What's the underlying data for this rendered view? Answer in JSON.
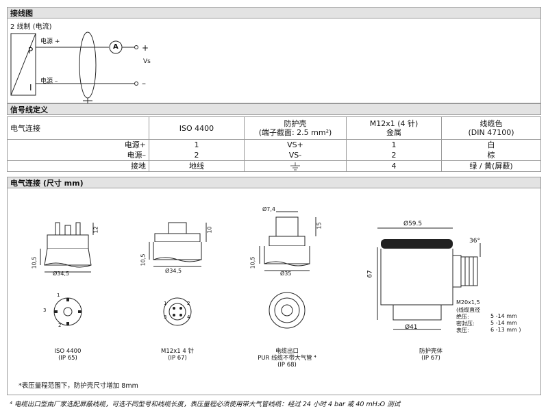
{
  "wiring": {
    "title": "接线图",
    "subtitle": "2 线制   (电流)",
    "supply_plus": "电源 +",
    "supply_minus": "电源 –",
    "box_top": "P",
    "box_bottom": "I",
    "ammeter": "A",
    "plus": "+",
    "minus": "–",
    "vs": "Vs"
  },
  "signal": {
    "title": "信号线定义",
    "headers": {
      "conn": "电气连接",
      "iso": "ISO 4400",
      "prot1": "防护壳",
      "prot2": "(端子截面: 2.5 mm²)",
      "m12_1": "M12x1 (4 针)",
      "m12_2": "金属",
      "color1": "线缆色",
      "color2": "(DIN 47100)"
    },
    "rows": [
      {
        "label": "电源+",
        "iso": "1",
        "prot": "VS+",
        "m12": "1",
        "color": "白"
      },
      {
        "label": "电源–",
        "iso": "2",
        "prot": "VS-",
        "m12": "2",
        "color": "棕"
      },
      {
        "label": "接地",
        "iso": "地线",
        "prot": "",
        "m12": "4",
        "color": "绿 / 黄(屏蔽)"
      }
    ]
  },
  "connections": {
    "title": "电气连接 (尺寸 mm)",
    "items": [
      {
        "name": "ISO 4400",
        "ip": "(IP 65)"
      },
      {
        "name": "M12x1 4 针",
        "ip": "(IP 67)"
      },
      {
        "name": "电缆出口",
        "sub": "PUR 线缆不带大气管 ⁴",
        "ip": "(IP 68)"
      },
      {
        "name": "防护壳体",
        "ip": "(IP 67)"
      }
    ],
    "dims": {
      "d345a": "Ø34,5",
      "d345b": "Ø34,5",
      "d35": "Ø35",
      "d74": "Ø7,4",
      "h105a": "10,5",
      "h105b": "10,5",
      "h105c": "10,5",
      "h12": "12",
      "h10": "10",
      "h15": "15",
      "d595": "Ø59.5",
      "d41": "Ø41",
      "ang36": "36°",
      "h67": "67"
    },
    "gland": {
      "title": "M20x1,5",
      "sub": "(线缆直径",
      "rows": [
        {
          "k": "绝压:",
          "v": "5 -14 mm"
        },
        {
          "k": "密封压:",
          "v": "5 -14 mm"
        },
        {
          "k": "表压:",
          "v": "6 -13 mm )"
        }
      ]
    },
    "pins_iso": [
      "1",
      "2",
      "3"
    ],
    "pins_m12": [
      "1",
      "2",
      "3",
      "4"
    ],
    "note": "*表压量程范围下，防护壳尺寸增加 8mm"
  },
  "footnote": "⁴  电缆出口型由厂家选配屏蔽线缆，可选不同型号和线缆长度，表压量程必须使用带大气管线缆：经过 24 小时 4 bar 或 40 mH₂O 测试"
}
